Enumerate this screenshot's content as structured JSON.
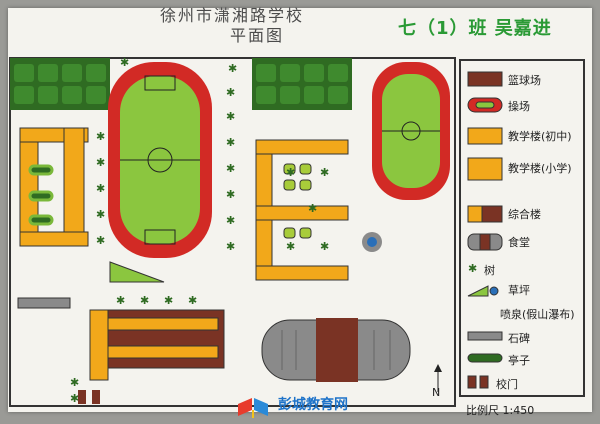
{
  "title": {
    "line1": "徐州市潇湘路学校",
    "line2": "平面图"
  },
  "author": "七（1）班 吴嘉进",
  "legend": [
    {
      "label": "篮球场",
      "icon": "basketball-court-icon"
    },
    {
      "label": "操场",
      "icon": "playground-icon"
    },
    {
      "label": "教学楼(初中)",
      "icon": "junior-building-icon"
    },
    {
      "label": "教学楼(小学)",
      "icon": "primary-building-icon"
    },
    {
      "label": "综合楼",
      "icon": "complex-building-icon"
    },
    {
      "label": "食堂",
      "icon": "canteen-icon"
    },
    {
      "label": "树",
      "icon": "tree-icon"
    },
    {
      "label": "草坪",
      "icon": "lawn-icon"
    },
    {
      "label": "喷泉(假山瀑布)",
      "icon": "fountain-icon"
    },
    {
      "label": "石碑",
      "icon": "stone-tablet-icon"
    },
    {
      "label": "亭子",
      "icon": "pavilion-icon"
    },
    {
      "label": "校门",
      "icon": "school-gate-icon"
    }
  ],
  "scale": "比例尺 1:450",
  "north": "N",
  "watermark": "彭城教育网",
  "colors": {
    "green": "#2f6b22",
    "lime": "#8bc63f",
    "red": "#d22a25",
    "orange": "#f2a81a",
    "brown": "#7a3324",
    "gray": "#8a8a8a"
  }
}
